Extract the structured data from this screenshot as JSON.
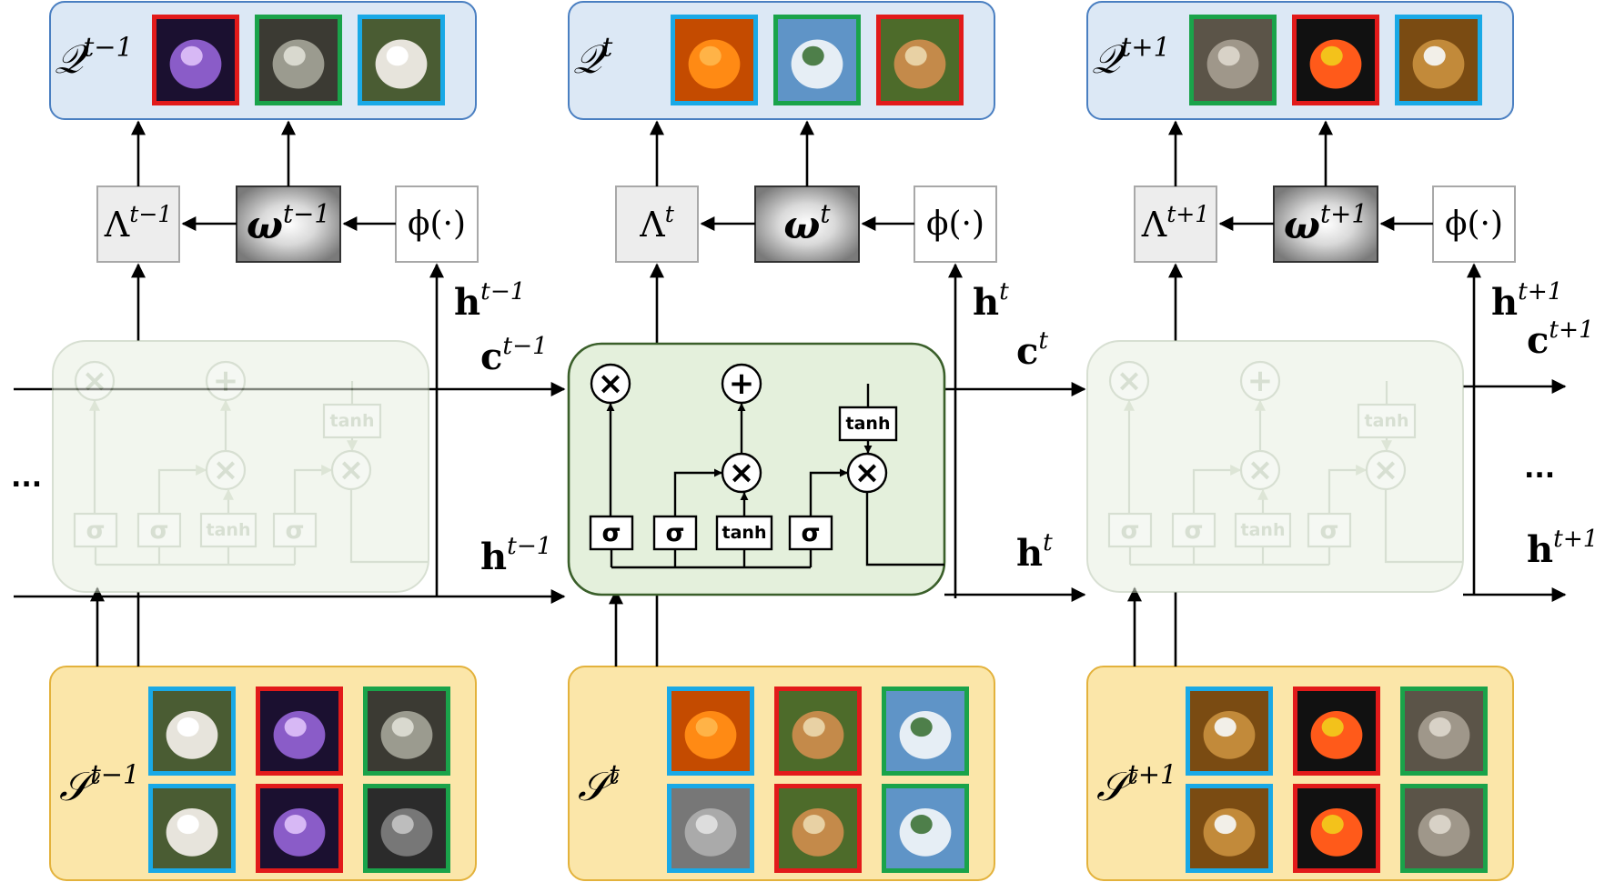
{
  "colors": {
    "query_fill": "#dce8f5",
    "query_border": "#4a7fc1",
    "support_fill": "#fbe6a9",
    "support_border": "#e3b23c",
    "lstm_fill": "#e4f0dc",
    "lstm_border": "#3a5f2a",
    "lstm_faded_fill": "#e8f0e1",
    "lstm_faded_border": "#b8c6ae",
    "img_blue": "#19a9e6",
    "img_red": "#e21a1a",
    "img_green": "#1aa34a",
    "lambda_fill": "#ededed",
    "omega_fill": "#8a8a8a"
  },
  "ops": {
    "multiply": "×",
    "add": "+",
    "sigma": "σ",
    "tanh": "tanh",
    "ellipsis": "..."
  },
  "steps": [
    {
      "id": "prev",
      "faded": true,
      "query_label_base": "𝒬",
      "query_label_sup": "t−1",
      "support_label_base": "𝒮",
      "support_label_sup": "t−1",
      "lambda_base": "Λ",
      "lambda_sup": "t−1",
      "omega_base": "ω",
      "omega_sup": "t−1",
      "phi": "ϕ(·)",
      "h_up_base": "h",
      "h_up_sup": "t−1",
      "c_out_base": "c",
      "c_out_sup": "t−1",
      "h_out_base": "h",
      "h_out_sup": "t−1",
      "query_images": [
        {
          "icon": "jellyfish-photo",
          "frame": "red"
        },
        {
          "icon": "padlock-backpack-photo",
          "frame": "green"
        },
        {
          "icon": "white-wolf-photo",
          "frame": "blue"
        }
      ],
      "support_images": [
        {
          "icon": "white-wolf-photo",
          "frame": "blue"
        },
        {
          "icon": "jellyfish-blue-photo",
          "frame": "red"
        },
        {
          "icon": "padlock-photo",
          "frame": "green"
        },
        {
          "icon": "white-wolf-snow-photo",
          "frame": "blue"
        },
        {
          "icon": "jellyfish-orange-photo",
          "frame": "red"
        },
        {
          "icon": "combination-lock-photo",
          "frame": "green"
        }
      ]
    },
    {
      "id": "curr",
      "faded": false,
      "query_label_base": "𝒬",
      "query_label_sup": "t",
      "support_label_base": "𝒮",
      "support_label_sup": "t",
      "lambda_base": "Λ",
      "lambda_sup": "t",
      "omega_base": "ω",
      "omega_sup": "t",
      "phi": "ϕ(·)",
      "h_up_base": "h",
      "h_up_sup": "t",
      "c_out_base": "c",
      "c_out_sup": "t",
      "h_out_base": "h",
      "h_out_sup": "t",
      "query_images": [
        {
          "icon": "oranges-photo",
          "frame": "blue"
        },
        {
          "icon": "sailboat-photo",
          "frame": "green"
        },
        {
          "icon": "mushroom-photo",
          "frame": "red"
        }
      ],
      "support_images": [
        {
          "icon": "oranges-photo",
          "frame": "blue"
        },
        {
          "icon": "mushroom-photo",
          "frame": "red"
        },
        {
          "icon": "sailboat-photo",
          "frame": "green"
        },
        {
          "icon": "orange-photo",
          "frame": "blue"
        },
        {
          "icon": "mushroom-field-photo",
          "frame": "red"
        },
        {
          "icon": "sailboats-photo",
          "frame": "green"
        }
      ]
    },
    {
      "id": "next",
      "faded": true,
      "query_label_base": "𝒬",
      "query_label_sup": "t+1",
      "support_label_base": "𝒮",
      "support_label_sup": "t+1",
      "lambda_base": "Λ",
      "lambda_sup": "t+1",
      "omega_base": "ω",
      "omega_sup": "t+1",
      "phi": "ϕ(·)",
      "h_up_base": "h",
      "h_up_sup": "t+1",
      "c_out_base": "c",
      "c_out_sup": "t+1",
      "h_out_base": "h",
      "h_out_sup": "t+1",
      "query_images": [
        {
          "icon": "wok-photo",
          "frame": "green"
        },
        {
          "icon": "toucan-photo",
          "frame": "red"
        },
        {
          "icon": "beer-bottle-glass-photo",
          "frame": "blue"
        }
      ],
      "support_images": [
        {
          "icon": "beer-bottle-photo",
          "frame": "blue"
        },
        {
          "icon": "toucan-photo",
          "frame": "red"
        },
        {
          "icon": "wok-photo",
          "frame": "green"
        },
        {
          "icon": "beer-bottle-closeup-photo",
          "frame": "blue"
        },
        {
          "icon": "toucan-branch-photo",
          "frame": "red"
        },
        {
          "icon": "wok-top-photo",
          "frame": "green"
        }
      ]
    }
  ]
}
